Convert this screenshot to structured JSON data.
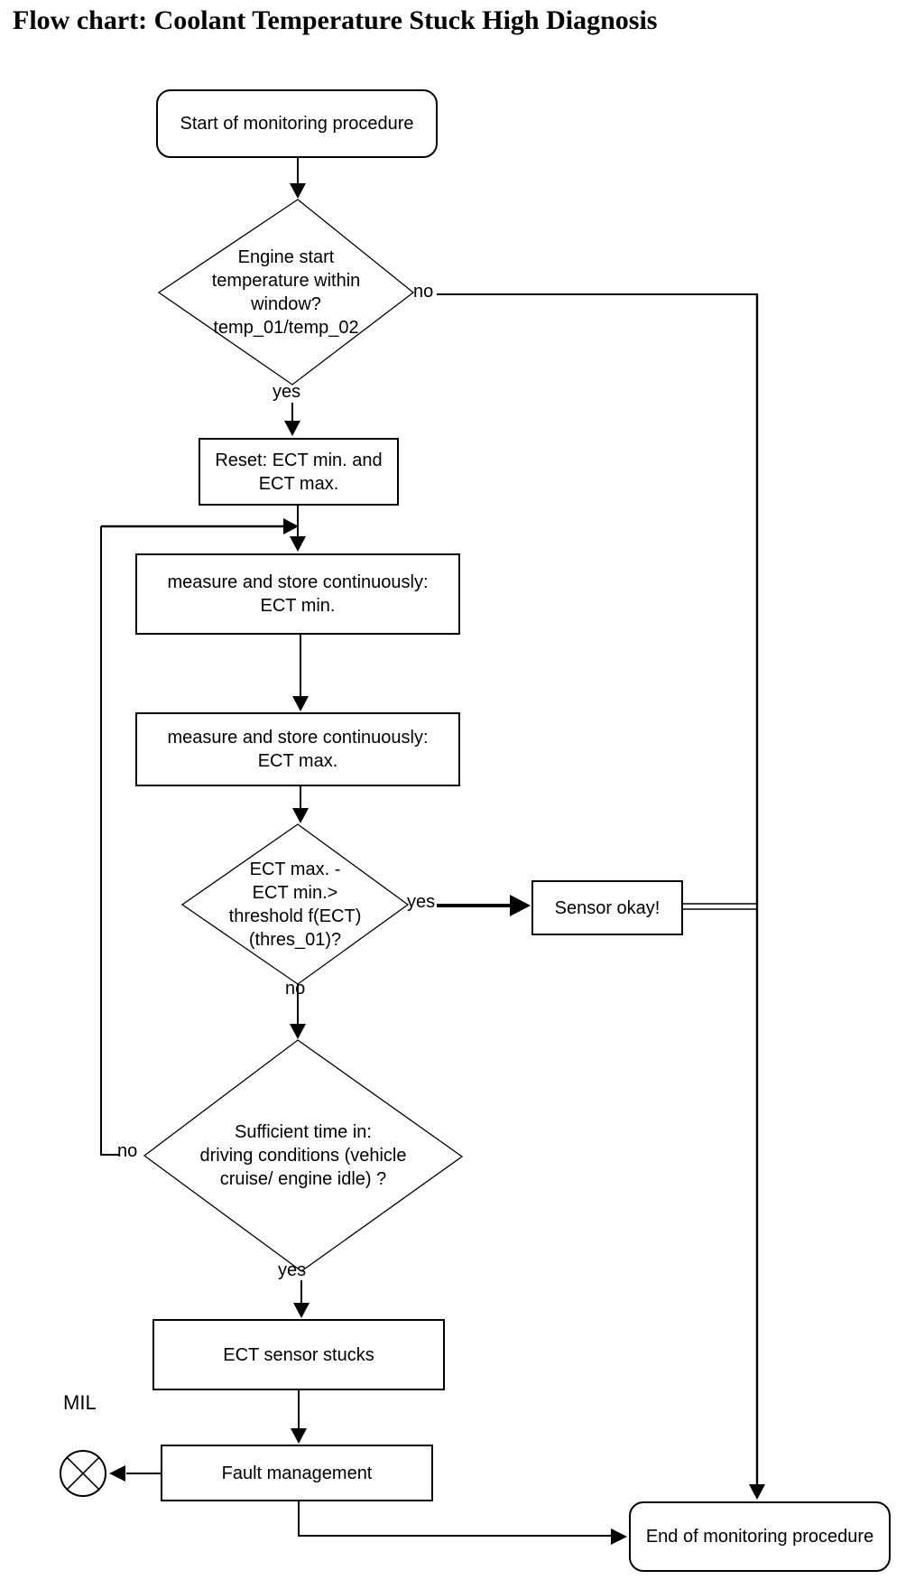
{
  "title": "Flow chart: Coolant Temperature Stuck High Diagnosis",
  "flowchart": {
    "nodes": {
      "start": {
        "type": "terminator",
        "label": "Start of monitoring procedure"
      },
      "engine_start_window": {
        "type": "decision",
        "label": "Engine start\ntemperature within\nwindow?\ntemp_01/temp_02"
      },
      "reset": {
        "type": "process",
        "label": "Reset: ECT min. and\nECT max."
      },
      "measure_min": {
        "type": "process",
        "label": "measure and store continuously:\nECT min."
      },
      "measure_max": {
        "type": "process",
        "label": "measure and store continuously:\nECT max."
      },
      "threshold_check": {
        "type": "decision",
        "label": "ECT max. -\nECT min.>\nthreshold f(ECT)\n(thres_01)?"
      },
      "sensor_okay": {
        "type": "process",
        "label": "Sensor okay!"
      },
      "time_check": {
        "type": "decision",
        "label": "Sufficient time in:\ndriving conditions (vehicle\ncruise/ engine idle) ?"
      },
      "sensor_stuck": {
        "type": "process",
        "label": "ECT sensor stucks"
      },
      "fault_management": {
        "type": "process",
        "label": "Fault management"
      },
      "end": {
        "type": "terminator",
        "label": "End of monitoring procedure"
      },
      "mil": {
        "type": "indicator",
        "label": "MIL"
      }
    },
    "edge_labels": {
      "engine_start_no": "no",
      "engine_start_yes": "yes",
      "threshold_yes": "yes",
      "threshold_no": "no",
      "time_no": "no",
      "time_yes": "yes"
    },
    "colors": {
      "ink": "#000000",
      "background": "#ffffff"
    }
  }
}
